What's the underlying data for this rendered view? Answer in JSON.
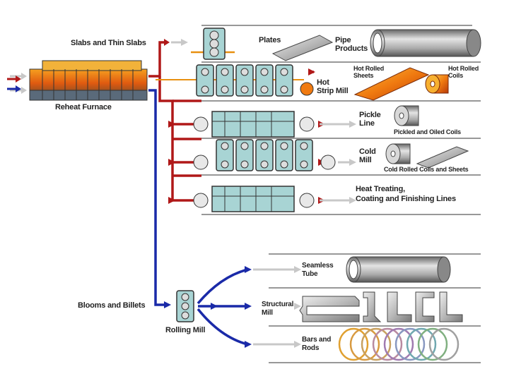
{
  "inputs": {
    "slabs": "Slabs and Thin Slabs",
    "furnace": "Reheat Furnace",
    "blooms": "Blooms and Billets",
    "rolling_mill": "Rolling Mill"
  },
  "processes": {
    "hot_strip_mill": [
      "Hot",
      "Strip Mill"
    ],
    "pickle_line": [
      "Pickle",
      "Line"
    ],
    "cold_mill": [
      "Cold",
      "Mill"
    ],
    "heat_treating": [
      "Heat Treating,",
      "Coating and Finishing Lines"
    ]
  },
  "products": {
    "plates": "Plates",
    "pipe": [
      "Pipe",
      "Products"
    ],
    "hot_rolled_sheets": [
      "Hot Rolled",
      "Sheets"
    ],
    "hot_rolled_coils": [
      "Hot Rolled",
      "Coils"
    ],
    "pickled_coils": "Pickled and Oiled Coils",
    "cold_rolled": "Cold Rolled Coils and Sheets",
    "seamless": [
      "Seamless",
      "Tube"
    ],
    "structural": [
      "Structural",
      "Mill"
    ],
    "bars": [
      "Bars and",
      "Rods"
    ]
  },
  "colors": {
    "red_flow": "#b01818",
    "blue_flow": "#1a2aa8",
    "gray_arrow": "#c8c8c8",
    "orange_line": "#e89010",
    "mill_box": "#a8d4d4",
    "steel": "#9a9a9a",
    "hot_orange": "#f07a10"
  }
}
